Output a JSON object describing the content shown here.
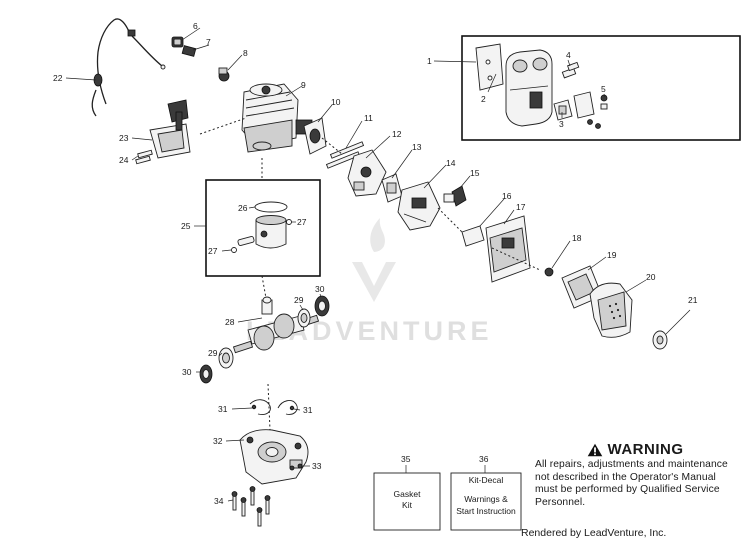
{
  "diagram": {
    "callouts": [
      "1",
      "2",
      "3",
      "4",
      "5",
      "6",
      "7",
      "8",
      "9",
      "10",
      "11",
      "12",
      "13",
      "14",
      "15",
      "16",
      "17",
      "18",
      "19",
      "20",
      "21",
      "22",
      "23",
      "24",
      "25",
      "26",
      "27",
      "27",
      "28",
      "29",
      "29",
      "30",
      "30",
      "31",
      "31",
      "32",
      "33",
      "34",
      "35",
      "36"
    ],
    "watermark": "LEADVENTURE",
    "kit_35": {
      "number": "35",
      "line1": "Gasket",
      "line2": "Kit"
    },
    "kit_36": {
      "number": "36",
      "title": "Kit-Decal",
      "line1": "Warnings &",
      "line2": "Start Instruction"
    }
  },
  "warning": {
    "title": "WARNING",
    "body": "All repairs, adjustments and maintenance not described in the Operator's Manual must be performed by Qualified Service Personnel."
  },
  "footer": {
    "rendered_by": "Rendered by LeadVenture, Inc."
  }
}
